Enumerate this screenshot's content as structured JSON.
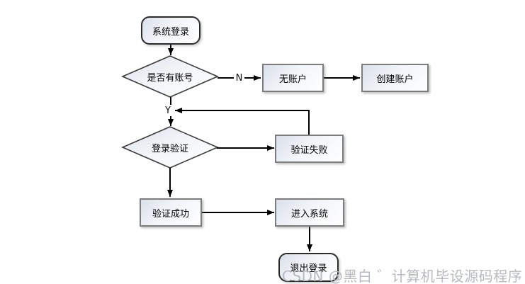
{
  "diagram": {
    "nodes": [
      {
        "id": "start",
        "type": "terminator",
        "label": "系统登录"
      },
      {
        "id": "has-account",
        "type": "decision",
        "label": "是否有账号"
      },
      {
        "id": "no-account",
        "type": "process",
        "label": "无账户"
      },
      {
        "id": "create-account",
        "type": "process",
        "label": "创建账户"
      },
      {
        "id": "login-verify",
        "type": "decision",
        "label": "登录验证"
      },
      {
        "id": "verify-fail",
        "type": "process",
        "label": "验证失败"
      },
      {
        "id": "verify-success",
        "type": "process",
        "label": "验证成功"
      },
      {
        "id": "enter-system",
        "type": "process",
        "label": "进入系统"
      },
      {
        "id": "logout",
        "type": "terminator",
        "label": "退出登录"
      }
    ],
    "edges": [
      {
        "from": "start",
        "to": "has-account",
        "label": ""
      },
      {
        "from": "has-account",
        "to": "no-account",
        "label": "N"
      },
      {
        "from": "no-account",
        "to": "create-account",
        "label": ""
      },
      {
        "from": "has-account",
        "to": "login-verify",
        "label": "Y"
      },
      {
        "from": "login-verify",
        "to": "verify-fail",
        "label": ""
      },
      {
        "from": "verify-fail",
        "to": "login-verify-entry",
        "label": ""
      },
      {
        "from": "login-verify",
        "to": "verify-success",
        "label": ""
      },
      {
        "from": "verify-success",
        "to": "enter-system",
        "label": ""
      },
      {
        "from": "enter-system",
        "to": "logout",
        "label": ""
      }
    ],
    "edge_labels": {
      "no": "N",
      "yes": "Y"
    },
    "colors": {
      "line": "#000000",
      "process_border": "#7d7d7d",
      "terminator_border": "#2b2b2b",
      "fill_top": "#dbe0ea",
      "fill_bottom": "#ffffff",
      "text": "#000000",
      "watermark": "#b7bac0"
    }
  },
  "watermark": {
    "text": "CSDN @黑白 ゛计算机毕设源码程序"
  }
}
